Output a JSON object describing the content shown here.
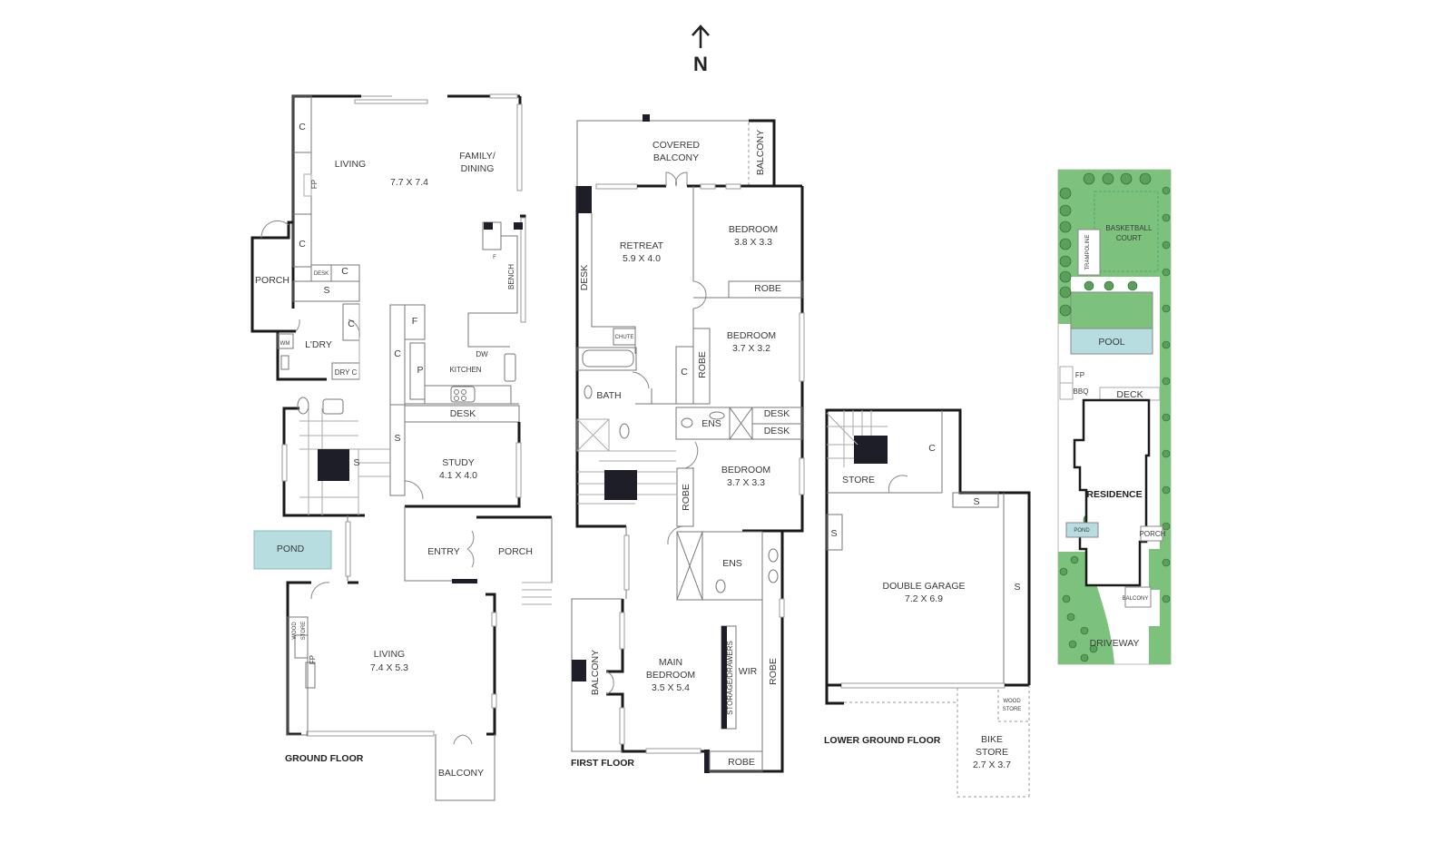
{
  "compass": {
    "arrow": "↑",
    "label": "N"
  },
  "ground_floor": {
    "title": "GROUND FLOOR",
    "rooms": {
      "living_top": {
        "name": "LIVING",
        "dims": "7.7 X 7.4"
      },
      "family_dining": {
        "line1": "FAMILY/",
        "line2": "DINING"
      },
      "porch_west": "PORCH",
      "laundry": "L'DRY",
      "kitchen": "KITCHEN",
      "study": {
        "name": "STUDY",
        "dims": "4.1 X 4.0"
      },
      "entry": "ENTRY",
      "porch_entry": "PORCH",
      "pond": "POND",
      "living_bottom": {
        "name": "LIVING",
        "dims": "7.4 X 5.3"
      },
      "balcony": "BALCONY"
    },
    "fixtures": {
      "c1": "C",
      "c2": "C",
      "c3": "C",
      "c4": "C",
      "c_kitchen": "C",
      "fp_top": "FP",
      "fp_bottom": "FP",
      "desk_small": "DESK",
      "desk_study": "DESK",
      "s1": "S",
      "s2": "S",
      "s3": "S",
      "wm": "WM",
      "dry_c": "DRY C",
      "f_pantry": "F",
      "f_bench": "F",
      "p": "P",
      "dw": "DW",
      "bench": "BENCH",
      "wood": "WOOD",
      "store": "STORE"
    }
  },
  "first_floor": {
    "title": "FIRST FLOOR",
    "rooms": {
      "covered_balcony": {
        "line1": "COVERED",
        "line2": "BALCONY"
      },
      "balcony_ne": "BALCONY",
      "retreat": {
        "name": "RETREAT",
        "dims": "5.9 X 4.0"
      },
      "bedroom1": {
        "name": "BEDROOM",
        "dims": "3.8 X 3.3"
      },
      "bedroom2": {
        "name": "BEDROOM",
        "dims": "3.7 X 3.2"
      },
      "bedroom3": {
        "name": "BEDROOM",
        "dims": "3.7 X 3.3"
      },
      "bath": "BATH",
      "ens1": "ENS",
      "ens2": "ENS",
      "main_bedroom": {
        "line1": "MAIN",
        "line2": "BEDROOM",
        "dims": "3.5 X 5.4"
      },
      "wir": "WIR",
      "balcony_w": "BALCONY"
    },
    "fixtures": {
      "desk_retreat": "DESK",
      "chute": "CHUTE",
      "robe1": "ROBE",
      "robe2": "ROBE",
      "robe3": "ROBE",
      "robe4": "ROBE",
      "robe5": "ROBE",
      "c": "C",
      "desk1": "DESK",
      "desk2": "DESK",
      "storage": "STORAGE/DRAWERS"
    }
  },
  "lower_ground_floor": {
    "title": "LOWER GROUND FLOOR",
    "rooms": {
      "store": "STORE",
      "double_garage": {
        "name": "DOUBLE GARAGE",
        "dims": "7.2 X 6.9"
      },
      "bike_store": {
        "line1": "BIKE",
        "line2": "STORE",
        "dims": "2.7 X 3.7"
      },
      "wood_store": {
        "line1": "WOOD",
        "line2": "STORE"
      }
    },
    "fixtures": {
      "c": "C",
      "s1": "S",
      "s2": "S",
      "s3": "S"
    }
  },
  "site_plan": {
    "basketball": {
      "line1": "BASKETBALL",
      "line2": "COURT"
    },
    "trampoline": "TRAMPOLINE",
    "pool": "POOL",
    "fp": "FP",
    "bbq": "BBQ",
    "deck": "DECK",
    "residence": "RESIDENCE",
    "pond": "POND",
    "porch": "PORCH",
    "balcony": "BALCONY",
    "driveway": "DRIVEWAY",
    "colors": {
      "lawn": "#7cc27c",
      "pool": "#b7dde0",
      "tree": "#4a8f4a"
    }
  }
}
